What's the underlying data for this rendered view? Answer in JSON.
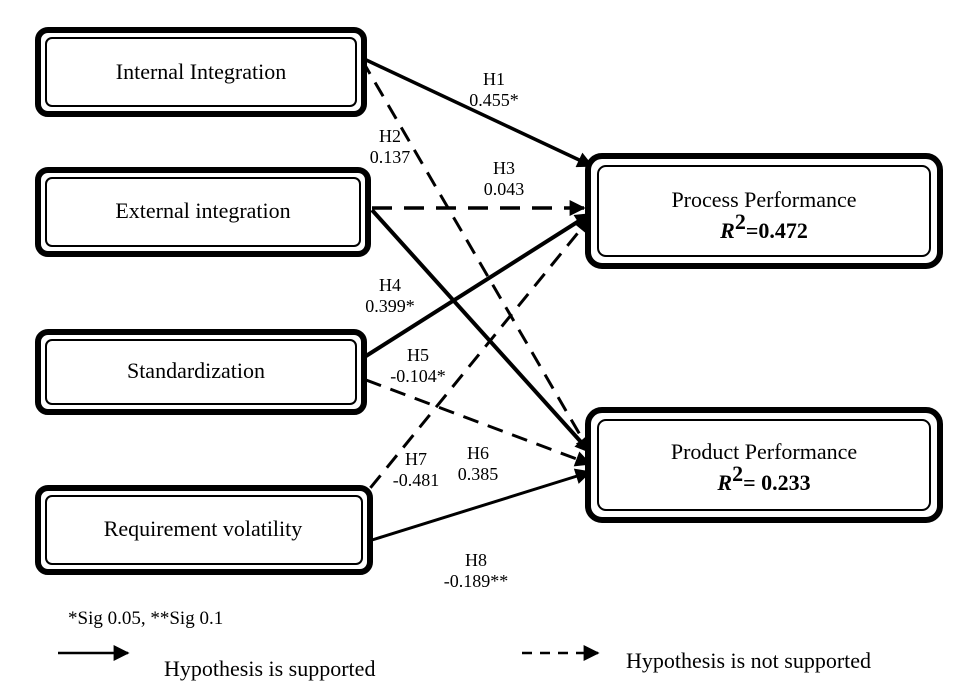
{
  "colors": {
    "stroke": "#000000",
    "background": "#ffffff"
  },
  "nodes": {
    "internal_integration": {
      "label": "Internal Integration"
    },
    "external_integration": {
      "label": "External integration"
    },
    "standardization": {
      "label": "Standardization"
    },
    "requirement_volatility": {
      "label": "Requirement volatility"
    },
    "process_performance": {
      "label": "Process Performance",
      "r2_symbol": "R",
      "r2_exp": "2",
      "r2_value": "=0.472"
    },
    "product_performance": {
      "label": "Product Performance",
      "r2_symbol": "R",
      "r2_exp": "2",
      "r2_value": "= 0.233"
    }
  },
  "edges": [
    {
      "id": "H1",
      "label": "H1",
      "value": "0.455*",
      "from": "internal_integration",
      "to": "process_performance",
      "supported": true
    },
    {
      "id": "H2",
      "label": "H2",
      "value": "0.137",
      "from": "internal_integration",
      "to": "product_performance",
      "supported": false
    },
    {
      "id": "H3",
      "label": "H3",
      "value": "0.043",
      "from": "external_integration",
      "to": "process_performance",
      "supported": false
    },
    {
      "id": "H4",
      "label": "H4",
      "value": "0.399*",
      "from": "standardization",
      "to": "process_performance",
      "supported": true
    },
    {
      "id": "H5",
      "label": "H5",
      "value": "-0.104*",
      "from": "external_integration",
      "to": "product_performance",
      "supported": true
    },
    {
      "id": "H6",
      "label": "H6",
      "value": "0.385",
      "from": "standardization",
      "to": "product_performance",
      "supported": false
    },
    {
      "id": "H7",
      "label": "H7",
      "value": "-0.481",
      "from": "requirement_volatility",
      "to": "process_performance",
      "supported": false
    },
    {
      "id": "H8",
      "label": "H8",
      "value": "-0.189**",
      "from": "requirement_volatility",
      "to": "product_performance",
      "supported": true
    }
  ],
  "footnote": "*Sig 0.05, **Sig 0.1",
  "legend": {
    "supported": "Hypothesis is supported",
    "not_supported": "Hypothesis is not supported"
  }
}
